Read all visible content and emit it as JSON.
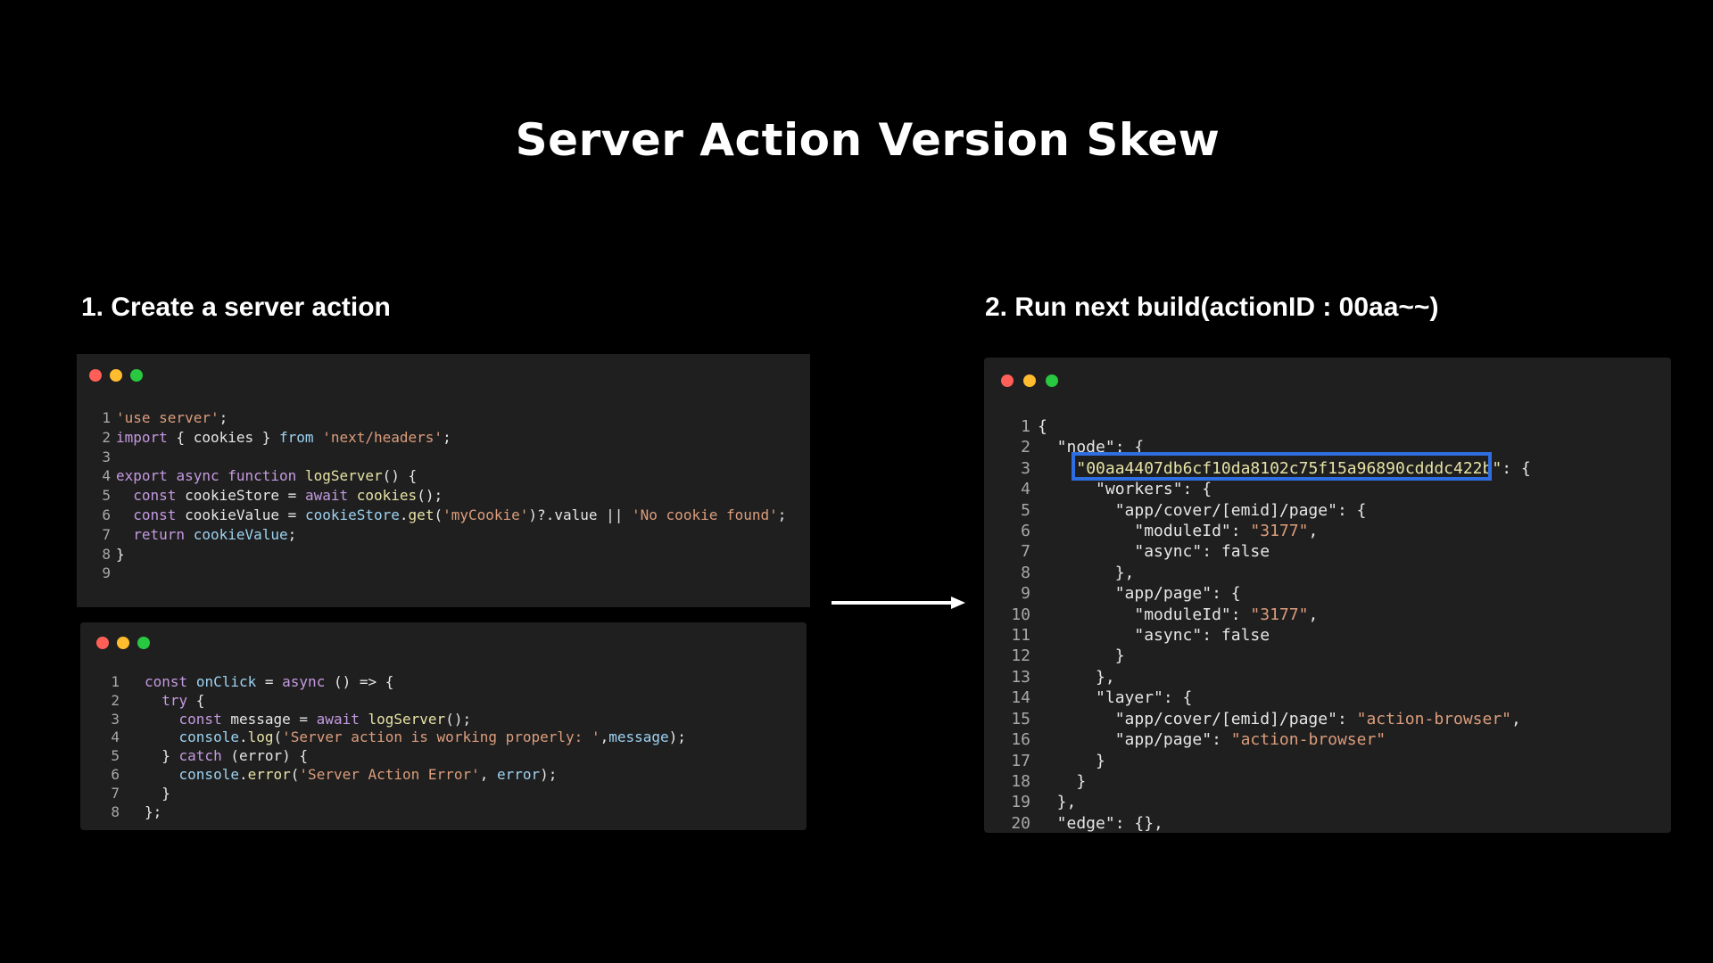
{
  "title": "Server Action Version Skew",
  "step1_heading": "1. Create a server action",
  "step2_heading": "2. Run next build(actionID : 00aa~~)",
  "colors": {
    "dot_red": "#ff5f57",
    "dot_yellow": "#febc2e",
    "dot_green": "#28c840",
    "highlight_border": "#2f6ee0"
  },
  "icons": {
    "arrow": "arrow-right-icon"
  },
  "server_action_code": [
    {
      "n": "1",
      "tokens": [
        {
          "t": "'use server'",
          "c": "str"
        },
        {
          "t": ";"
        }
      ]
    },
    {
      "n": "2",
      "tokens": [
        {
          "t": "import",
          "c": "kw"
        },
        {
          "t": " { cookies } "
        },
        {
          "t": "from",
          "c": "ident"
        },
        {
          "t": " "
        },
        {
          "t": "'next/headers'",
          "c": "str"
        },
        {
          "t": ";"
        }
      ]
    },
    {
      "n": "3",
      "tokens": []
    },
    {
      "n": "4",
      "tokens": [
        {
          "t": "export",
          "c": "kw"
        },
        {
          "t": " "
        },
        {
          "t": "async",
          "c": "kw"
        },
        {
          "t": " "
        },
        {
          "t": "function",
          "c": "kw"
        },
        {
          "t": " "
        },
        {
          "t": "logServer",
          "c": "fn"
        },
        {
          "t": "() {"
        }
      ]
    },
    {
      "n": "5",
      "tokens": [
        {
          "t": "  "
        },
        {
          "t": "const",
          "c": "kw"
        },
        {
          "t": " cookieStore = "
        },
        {
          "t": "await",
          "c": "kw"
        },
        {
          "t": " "
        },
        {
          "t": "cookies",
          "c": "fn"
        },
        {
          "t": "();"
        }
      ]
    },
    {
      "n": "6",
      "tokens": [
        {
          "t": "  "
        },
        {
          "t": "const",
          "c": "kw"
        },
        {
          "t": " cookieValue = "
        },
        {
          "t": "cookieStore",
          "c": "ident"
        },
        {
          "t": "."
        },
        {
          "t": "get",
          "c": "fn"
        },
        {
          "t": "("
        },
        {
          "t": "'myCookie'",
          "c": "str"
        },
        {
          "t": ")?.value || "
        },
        {
          "t": "'No cookie found'",
          "c": "str"
        },
        {
          "t": ";"
        }
      ]
    },
    {
      "n": "7",
      "tokens": [
        {
          "t": "  "
        },
        {
          "t": "return",
          "c": "kw"
        },
        {
          "t": " "
        },
        {
          "t": "cookieValue",
          "c": "ident"
        },
        {
          "t": ";"
        }
      ]
    },
    {
      "n": "8",
      "tokens": [
        {
          "t": "}"
        }
      ]
    },
    {
      "n": "9",
      "tokens": []
    }
  ],
  "client_code": [
    {
      "n": "1",
      "tokens": [
        {
          "t": "const",
          "c": "kw"
        },
        {
          "t": " "
        },
        {
          "t": "onClick",
          "c": "ident"
        },
        {
          "t": " = "
        },
        {
          "t": "async",
          "c": "kw"
        },
        {
          "t": " () => {"
        }
      ]
    },
    {
      "n": "2",
      "tokens": [
        {
          "t": "  "
        },
        {
          "t": "try",
          "c": "kw"
        },
        {
          "t": " {"
        }
      ]
    },
    {
      "n": "3",
      "tokens": [
        {
          "t": "    "
        },
        {
          "t": "const",
          "c": "kw"
        },
        {
          "t": " message = "
        },
        {
          "t": "await",
          "c": "kw"
        },
        {
          "t": " "
        },
        {
          "t": "logServer",
          "c": "fn"
        },
        {
          "t": "();"
        }
      ]
    },
    {
      "n": "4",
      "tokens": [
        {
          "t": "    "
        },
        {
          "t": "console",
          "c": "ident"
        },
        {
          "t": "."
        },
        {
          "t": "log",
          "c": "fn"
        },
        {
          "t": "("
        },
        {
          "t": "'Server action is working properly: '",
          "c": "str"
        },
        {
          "t": ","
        },
        {
          "t": "message",
          "c": "ident"
        },
        {
          "t": ");"
        }
      ]
    },
    {
      "n": "5",
      "tokens": [
        {
          "t": "  } "
        },
        {
          "t": "catch",
          "c": "kw"
        },
        {
          "t": " (error) {"
        }
      ]
    },
    {
      "n": "6",
      "tokens": [
        {
          "t": "    "
        },
        {
          "t": "console",
          "c": "ident"
        },
        {
          "t": "."
        },
        {
          "t": "error",
          "c": "fn"
        },
        {
          "t": "("
        },
        {
          "t": "'Server Action Error'",
          "c": "str"
        },
        {
          "t": ", "
        },
        {
          "t": "error",
          "c": "ident"
        },
        {
          "t": ");"
        }
      ]
    },
    {
      "n": "7",
      "tokens": [
        {
          "t": "  }"
        }
      ]
    },
    {
      "n": "8",
      "tokens": [
        {
          "t": "};"
        }
      ]
    }
  ],
  "manifest_code": [
    {
      "n": "1",
      "tokens": [
        {
          "t": "{"
        }
      ]
    },
    {
      "n": "2",
      "tokens": [
        {
          "t": "  \"node\": {",
          "c": "key"
        }
      ]
    },
    {
      "n": "3",
      "tokens": [
        {
          "t": "    "
        },
        {
          "t": "\"00aa4407db6cf10da8102c75f15a96890cdddc422b\"",
          "c": "fn"
        },
        {
          "t": ": {"
        }
      ]
    },
    {
      "n": "4",
      "tokens": [
        {
          "t": "      \"workers\": {"
        }
      ]
    },
    {
      "n": "5",
      "tokens": [
        {
          "t": "        \"app/cover/[emid]/page\": {"
        }
      ]
    },
    {
      "n": "6",
      "tokens": [
        {
          "t": "          \"moduleId\": "
        },
        {
          "t": "\"3177\"",
          "c": "str"
        },
        {
          "t": ","
        }
      ]
    },
    {
      "n": "7",
      "tokens": [
        {
          "t": "          \"async\": false"
        }
      ]
    },
    {
      "n": "8",
      "tokens": [
        {
          "t": "        },"
        }
      ]
    },
    {
      "n": "9",
      "tokens": [
        {
          "t": "        \"app/page\": {"
        }
      ]
    },
    {
      "n": "10",
      "tokens": [
        {
          "t": "          \"moduleId\": "
        },
        {
          "t": "\"3177\"",
          "c": "str"
        },
        {
          "t": ","
        }
      ]
    },
    {
      "n": "11",
      "tokens": [
        {
          "t": "          \"async\": false"
        }
      ]
    },
    {
      "n": "12",
      "tokens": [
        {
          "t": "        }"
        }
      ]
    },
    {
      "n": "13",
      "tokens": [
        {
          "t": "      },"
        }
      ]
    },
    {
      "n": "14",
      "tokens": [
        {
          "t": "      \"layer\": {"
        }
      ]
    },
    {
      "n": "15",
      "tokens": [
        {
          "t": "        \"app/cover/[emid]/page\": "
        },
        {
          "t": "\"action-browser\"",
          "c": "str"
        },
        {
          "t": ","
        }
      ]
    },
    {
      "n": "16",
      "tokens": [
        {
          "t": "        \"app/page\": "
        },
        {
          "t": "\"action-browser\"",
          "c": "str"
        }
      ]
    },
    {
      "n": "17",
      "tokens": [
        {
          "t": "      }"
        }
      ]
    },
    {
      "n": "18",
      "tokens": [
        {
          "t": "    }"
        }
      ]
    },
    {
      "n": "19",
      "tokens": [
        {
          "t": "  },"
        }
      ]
    },
    {
      "n": "20",
      "tokens": [
        {
          "t": "  \"edge\": {},"
        }
      ]
    }
  ]
}
